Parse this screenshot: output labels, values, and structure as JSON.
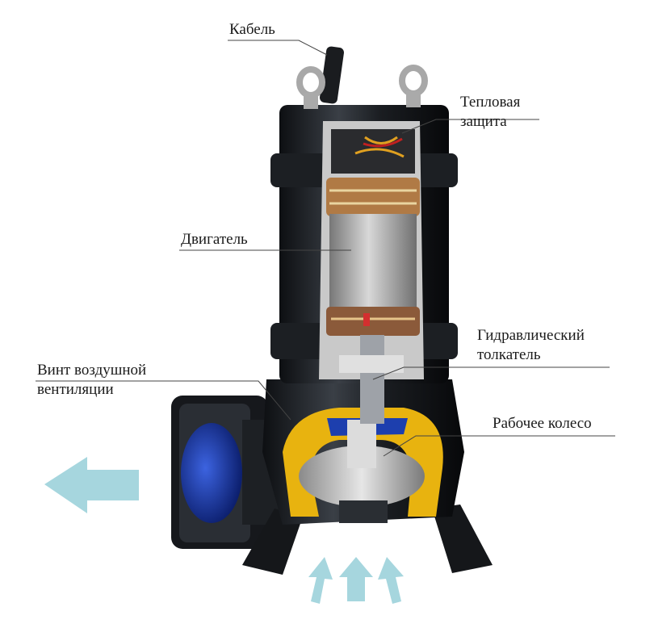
{
  "labels": {
    "cable": "Кабель",
    "thermal_1": "Тепловая",
    "thermal_2": "защита",
    "motor": "Двигатель",
    "hydraulic_1": "Гидравлический",
    "hydraulic_2": "толкатель",
    "vent_1": "Винт воздушной",
    "vent_2": "вентиляции",
    "impeller": "Рабочее колесо"
  },
  "colors": {
    "body": "#1b1e22",
    "arrow": "#a6d6de",
    "volute": "#e8b30f",
    "water": "#1d3fae",
    "stator": "#9a9a9a"
  }
}
